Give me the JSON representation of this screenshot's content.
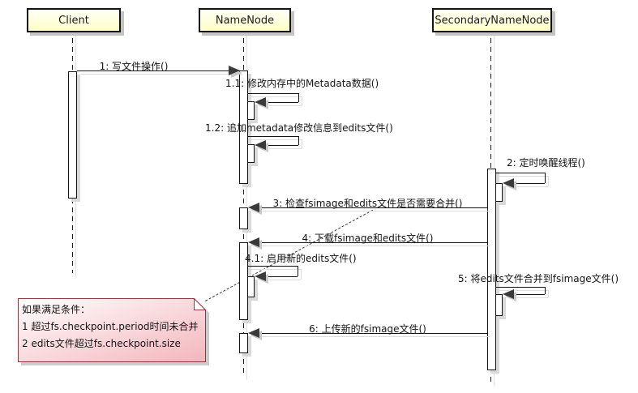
{
  "diagram": {
    "type": "uml-sequence-diagram",
    "actors": [
      {
        "id": "client",
        "label": "Client"
      },
      {
        "id": "namenode",
        "label": "NameNode"
      },
      {
        "id": "secondarynamenode",
        "label": "SecondaryNameNode"
      }
    ],
    "messages": [
      {
        "seq": "1",
        "label": "1: 写文件操作()",
        "from": "Client",
        "to": "NameNode",
        "type": "call"
      },
      {
        "seq": "1.1",
        "label": "1.1: 修改内存中的Metadata数据()",
        "from": "NameNode",
        "to": "NameNode",
        "type": "self"
      },
      {
        "seq": "1.2",
        "label": "1.2: 追加metadata修改信息到edits文件()",
        "from": "NameNode",
        "to": "NameNode",
        "type": "self"
      },
      {
        "seq": "2",
        "label": "2: 定时唤醒线程()",
        "from": "SecondaryNameNode",
        "to": "SecondaryNameNode",
        "type": "self"
      },
      {
        "seq": "3",
        "label": "3: 检查fsimage和edits文件是否需要合并()",
        "from": "SecondaryNameNode",
        "to": "NameNode",
        "type": "call"
      },
      {
        "seq": "4",
        "label": "4: 下载fsimage和edits文件()",
        "from": "SecondaryNameNode",
        "to": "NameNode",
        "type": "call"
      },
      {
        "seq": "4.1",
        "label": "4.1: 启用新的edits文件()",
        "from": "NameNode",
        "to": "NameNode",
        "type": "self"
      },
      {
        "seq": "5",
        "label": "5: 将edits文件合并到fsimage文件()",
        "from": "SecondaryNameNode",
        "to": "SecondaryNameNode",
        "type": "self"
      },
      {
        "seq": "6",
        "label": "6: 上传新的fsimage文件()",
        "from": "SecondaryNameNode",
        "to": "NameNode",
        "type": "call"
      }
    ],
    "note": {
      "lines": [
        "如果满足条件：",
        "1 超过fs.checkpoint.period时间未合并",
        "2 edits文件超过fs.checkpoint.size"
      ],
      "attached_to": "3: 检查fsimage和edits文件是否需要合并()"
    },
    "colors": {
      "actor_fill_top": "#fffff6",
      "actor_fill_bottom": "#ffffc9",
      "note_fill_start": "#fffdfd",
      "note_fill_end": "#f3b6bd",
      "note_border": "#8a3b42",
      "line": "#141414",
      "arrow": "#3a3a3a",
      "shadow": "#cccccc",
      "background": "#ffffff"
    }
  }
}
